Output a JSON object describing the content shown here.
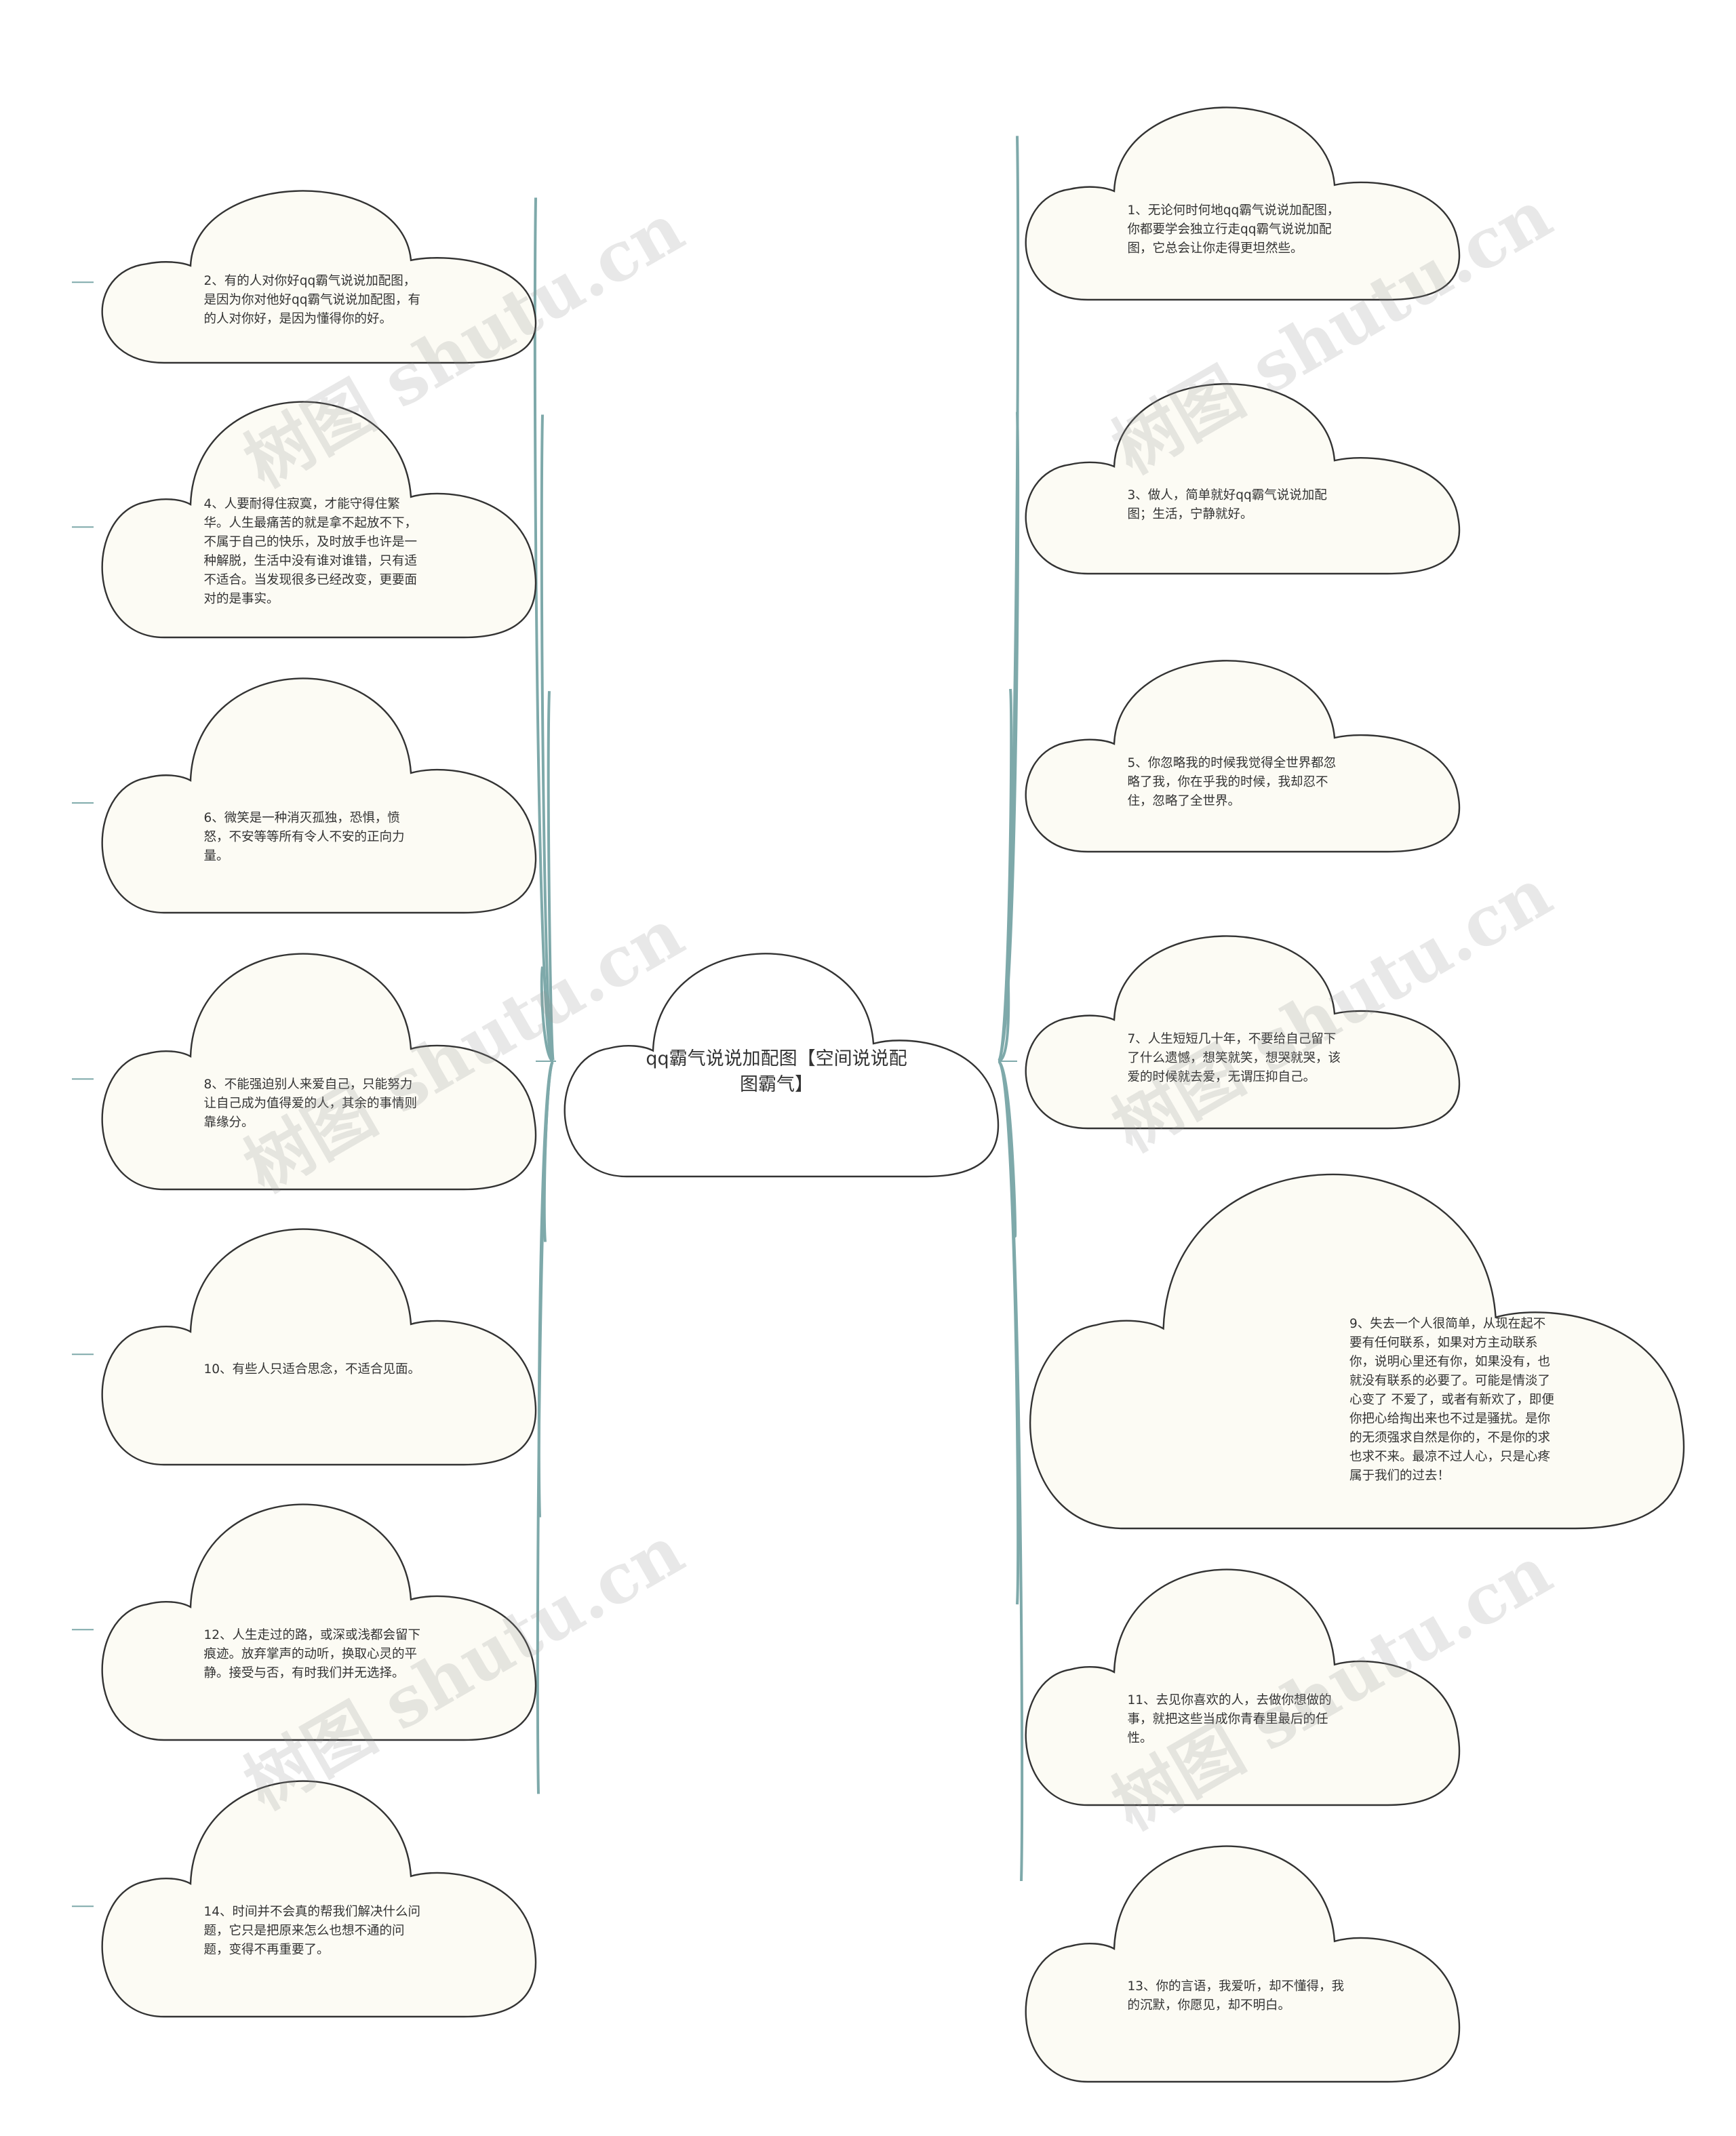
{
  "central_topic": "qq霸气说说加配图【空间说说配图霸气】",
  "watermark": "树图 shutu.cn",
  "colors": {
    "connector": "#7ea9aa",
    "cloud_fill": "#fcfbf4",
    "outline": "#333333"
  },
  "nodes": [
    {
      "id": "n1",
      "side": "right",
      "text": "1、无论何时何地qq霸气说说加配图，你都要学会独立行走qq霸气说说加配图，它总会让你走得更坦然些。"
    },
    {
      "id": "n2",
      "side": "left",
      "text": "2、有的人对你好qq霸气说说加配图，是因为你对他好qq霸气说说加配图，有的人对你好，是因为懂得你的好。"
    },
    {
      "id": "n3",
      "side": "right",
      "text": "3、做人，简单就好qq霸气说说加配图；生活，宁静就好。"
    },
    {
      "id": "n4",
      "side": "left",
      "text": "4、人要耐得住寂寞，才能守得住繁华。人生最痛苦的就是拿不起放不下，不属于自己的快乐，及时放手也许是一种解脱，生活中没有谁对谁错，只有适不适合。当发现很多已经改变，更要面对的是事实。"
    },
    {
      "id": "n5",
      "side": "right",
      "text": "5、你忽略我的时候我觉得全世界都忽略了我，你在乎我的时候，我却忍不住，忽略了全世界。"
    },
    {
      "id": "n6",
      "side": "left",
      "text": "6、微笑是一种消灭孤独，恐惧，愤怒，不安等等所有令人不安的正向力量。"
    },
    {
      "id": "n7",
      "side": "right",
      "text": "7、人生短短几十年，不要给自己留下了什么遗憾，想笑就笑，想哭就哭，该爱的时候就去爱，无谓压抑自己。"
    },
    {
      "id": "n8",
      "side": "left",
      "text": "8、不能强迫别人来爱自己，只能努力让自己成为值得爱的人，其余的事情则靠缘分。"
    },
    {
      "id": "n9",
      "side": "right",
      "text": "9、失去一个人很简单，从现在起不要有任何联系，如果对方主动联系你，说明心里还有你，如果没有，也就没有联系的必要了。可能是情淡了 心变了 不爱了，或者有新欢了，即便你把心给掏出来也不过是骚扰。是你的无须强求自然是你的，不是你的求也求不来。最凉不过人心，只是心疼属于我们的过去！"
    },
    {
      "id": "n10",
      "side": "left",
      "text": "10、有些人只适合思念，不适合见面。"
    },
    {
      "id": "n11",
      "side": "right",
      "text": "11、去见你喜欢的人，去做你想做的事，就把这些当成你青春里最后的任性。"
    },
    {
      "id": "n12",
      "side": "left",
      "text": "12、人生走过的路，或深或浅都会留下痕迹。放弃掌声的动听，换取心灵的平静。接受与否，有时我们并无选择。"
    },
    {
      "id": "n13",
      "side": "right",
      "text": "13、你的言语，我爱听，却不懂得，我的沉默，你愿见，却不明白。"
    },
    {
      "id": "n14",
      "side": "left",
      "text": "14、时间并不会真的帮我们解决什么问题，它只是把原来怎么也想不通的问题，变得不再重要了。"
    }
  ]
}
